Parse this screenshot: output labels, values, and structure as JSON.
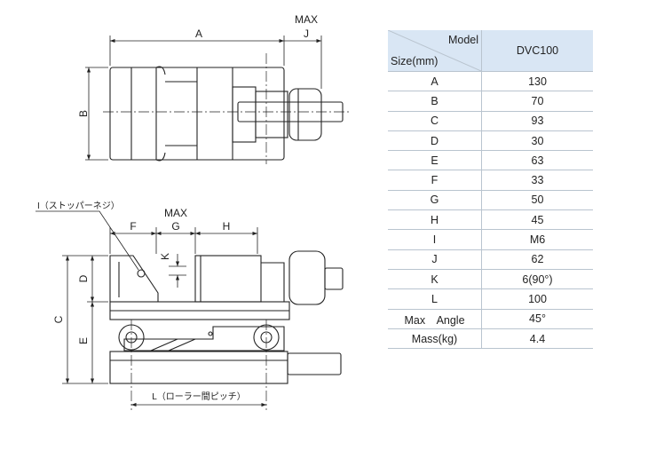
{
  "drawing": {
    "top_view": {
      "label_A": "A",
      "label_B": "B",
      "label_J": "J",
      "label_max": "MAX"
    },
    "side_view": {
      "label_I": "I（ストッパーネジ）",
      "label_max": "MAX",
      "label_F": "F",
      "label_G": "G",
      "label_H": "H",
      "label_K": "K",
      "label_D": "D",
      "label_C": "C",
      "label_E": "E",
      "label_L": "L（ローラー間ピッチ）"
    }
  },
  "spec_table": {
    "header": {
      "model_label": "Model",
      "size_label": "Size(mm)",
      "model_value": "DVC100"
    },
    "rows": [
      {
        "key": "A",
        "value": "130"
      },
      {
        "key": "B",
        "value": "70"
      },
      {
        "key": "C",
        "value": "93"
      },
      {
        "key": "D",
        "value": "30"
      },
      {
        "key": "E",
        "value": "63"
      },
      {
        "key": "F",
        "value": "33"
      },
      {
        "key": "G",
        "value": "50"
      },
      {
        "key": "H",
        "value": "45"
      },
      {
        "key": "I",
        "value": "M6"
      },
      {
        "key": "J",
        "value": "62"
      },
      {
        "key": "K",
        "value": "6(90°)"
      },
      {
        "key": "L",
        "value": "100"
      },
      {
        "key": "Max　Angle",
        "value": "45°"
      },
      {
        "key": "Mass(kg)",
        "value": "4.4"
      }
    ],
    "colors": {
      "header_bg": "#d9e6f4",
      "rule": "#b9c4cf"
    }
  }
}
